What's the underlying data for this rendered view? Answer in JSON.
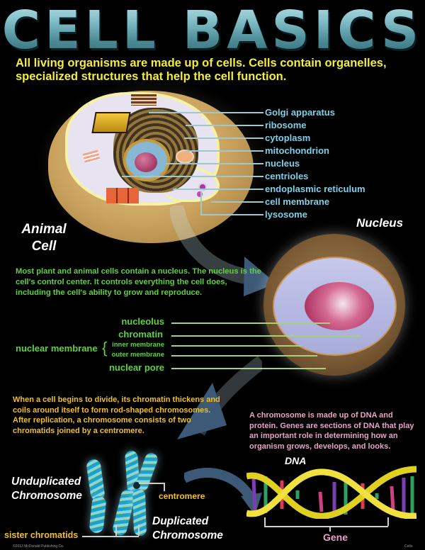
{
  "poster": {
    "title": "CELL BASICS",
    "intro": "All living organisms are made up of cells. Cells contain organelles, specialized structures that help the cell function."
  },
  "animal_cell": {
    "caption_line1": "Animal",
    "caption_line2": "Cell",
    "label_color": "#7fd0e6",
    "labels": [
      "Golgi apparatus",
      "ribosome",
      "cytoplasm",
      "mitochondrion",
      "nucleus",
      "centrioles",
      "endoplasmic reticulum",
      "cell membrane",
      "lysosome"
    ]
  },
  "nucleus": {
    "title": "Nucleus",
    "description": "Most plant and animal cells contain a nucleus. The nucleus is the cell's control center. It controls everything the cell does, including the cell's ability to grow and reproduce.",
    "label_color": "#5ed23c",
    "labels": {
      "nucleolus": "nucleolus",
      "chromatin": "chromatin",
      "nuclear_membrane": "nuclear membrane",
      "inner_membrane": "inner membrane",
      "outer_membrane": "outer membrane",
      "nuclear_pore": "nuclear pore"
    }
  },
  "chromosome": {
    "description": "When a cell begins to divide, its chromatin thickens and coils around itself to form rod-shaped chromosomes. After replication, a chromosome consists of two chromatids joined by a centromere.",
    "unduplicated_line1": "Unduplicated",
    "unduplicated_line2": "Chromosome",
    "duplicated_line1": "Duplicated",
    "duplicated_line2": "Chromosome",
    "centromere": "centromere",
    "sister_chromatids": "sister chromatids",
    "label_color": "#f0c020"
  },
  "dna": {
    "description": "A chromosome is made up of DNA and protein. Genes are sections of DNA that play an important role in determining how an organism grows, develops, and looks.",
    "title": "DNA",
    "gene": "Gene",
    "label_color": "#e7a3c6"
  },
  "footer": {
    "copyright": "©2013 McDonald Publishing Co.",
    "tag": "Cells"
  }
}
